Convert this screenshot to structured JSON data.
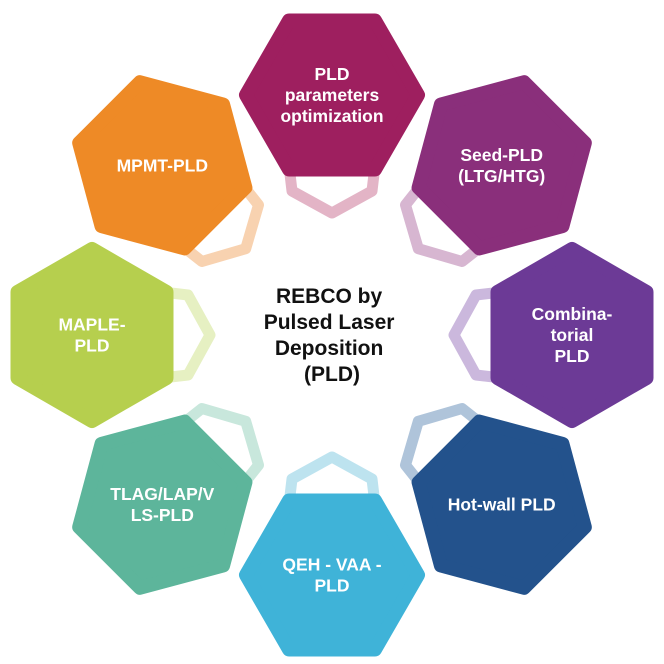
{
  "center": {
    "lines": [
      "REBCO by",
      "Pulsed Laser",
      "Deposition",
      "(PLD)"
    ]
  },
  "nodes": [
    {
      "id": "pld-parameters",
      "lines": [
        "PLD",
        "parameters",
        "optimization"
      ],
      "color": "#9E1F5F",
      "arrow_color": "#E3B4C6"
    },
    {
      "id": "seed-pld",
      "lines": [
        "Seed-PLD",
        "(LTG/HTG)"
      ],
      "color": "#8A2F7B",
      "arrow_color": "#D7B6D1"
    },
    {
      "id": "combinatorial-pld",
      "lines": [
        "Combina-",
        "torial",
        "PLD"
      ],
      "color": "#6C3A96",
      "arrow_color": "#CBB8DD"
    },
    {
      "id": "hot-wall-pld",
      "lines": [
        "Hot-wall PLD"
      ],
      "color": "#23528C",
      "arrow_color": "#AFC4DA"
    },
    {
      "id": "qeh-vaa-pld",
      "lines": [
        "QEH - VAA -",
        "PLD"
      ],
      "color": "#3FB3D8",
      "arrow_color": "#BDE3EF"
    },
    {
      "id": "tlag-lap-vls-pld",
      "lines": [
        "TLAG/LAP/V",
        "LS-PLD"
      ],
      "color": "#5DB59B",
      "arrow_color": "#C8E7DC"
    },
    {
      "id": "maple-pld",
      "lines": [
        "MAPLE-",
        "PLD"
      ],
      "color": "#B6CF4E",
      "arrow_color": "#E6F0C2"
    },
    {
      "id": "mpmt-pld",
      "lines": [
        "MPMT-PLD"
      ],
      "color": "#EE8A26",
      "arrow_color": "#F8D2B0"
    }
  ]
}
